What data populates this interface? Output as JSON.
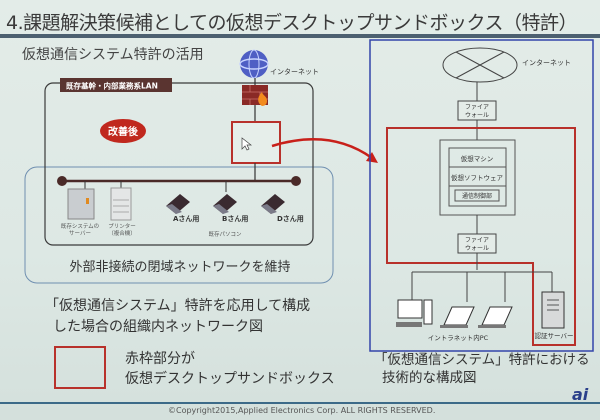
{
  "title": "4.課題解決策候補としての仮想デスクトップサンドボックス（特許）",
  "subtitle": "仮想通信システム特許の活用",
  "left_diagram": {
    "lan_label": "既存基幹・内部業務系LAN",
    "internet_label": "インターネット",
    "after_badge": "改善後",
    "server_label_1": "既存システムの",
    "server_label_2": "サーバー",
    "printer_label_1": "プリンター",
    "printer_label_2": "（複合機）",
    "pc_a": "Aさん用",
    "pc_b": "Bさん用",
    "pc_d": "Dさん用",
    "pcs_group_label": "既存パソコン",
    "closed_network_text": "外部非接続の閉域ネットワークを維持",
    "caption_1": "「仮想通信システム」特許を応用して構成",
    "caption_2": "した場合の組織内ネットワーク図"
  },
  "legend": {
    "line_1": "赤枠部分が",
    "line_2": "仮想デスクトップサンドボックス",
    "color": "#b8312b"
  },
  "right_diagram": {
    "internet_label": "インターネット",
    "firewall_1a": "ファイア",
    "firewall_1b": "ウォール",
    "vm_rows": [
      "仮想マシン",
      "仮想ソフトウェア",
      "通信制御部"
    ],
    "firewall_2a": "ファイア",
    "firewall_2b": "ウォール",
    "intranet_pc_label": "イントラネット内PC",
    "auth_server_label": "認証サーバー",
    "caption_1": "「仮想通信システム」特許における",
    "caption_2": "技術的な構成図"
  },
  "copyright": "©Copyright2015,Applied Electronics Corp. ALL RIGHTS RESERVED.",
  "logo": "ai",
  "colors": {
    "red": "#b8312b",
    "blue": "#3344aa",
    "dark": "#4a2a28"
  }
}
